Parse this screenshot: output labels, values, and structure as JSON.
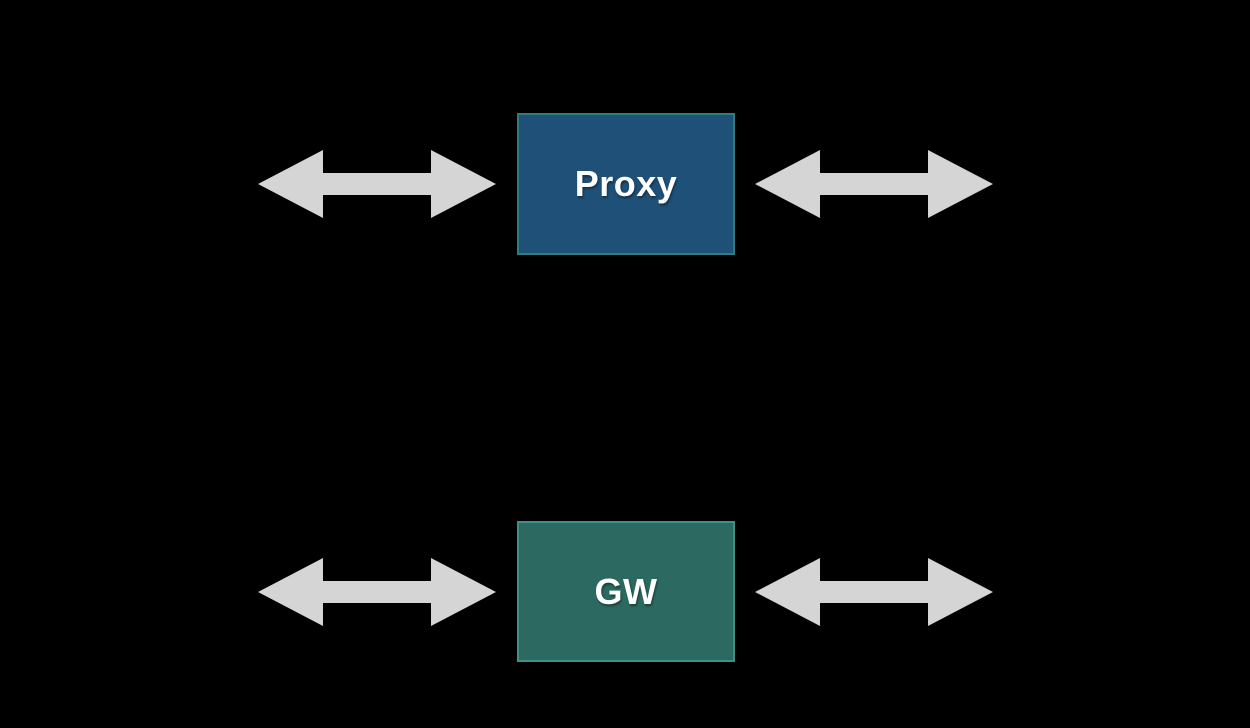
{
  "diagram": {
    "background_color": "#000000",
    "arrow_color": "#D5D5D5",
    "nodes": [
      {
        "id": "proxy",
        "label": "Proxy",
        "fill_color": "#1F5178",
        "border_color": "#2E7D7F",
        "text_color": "#FFFFFF"
      },
      {
        "id": "gw",
        "label": "GW",
        "fill_color": "#2C6A61",
        "border_color": "#3F9186",
        "text_color": "#FFFFFF"
      }
    ],
    "arrows": [
      {
        "id": "proxy-left-arrow",
        "direction": "bidirectional-horizontal",
        "attached_to": "proxy",
        "side": "left"
      },
      {
        "id": "proxy-right-arrow",
        "direction": "bidirectional-horizontal",
        "attached_to": "proxy",
        "side": "right"
      },
      {
        "id": "gw-left-arrow",
        "direction": "bidirectional-horizontal",
        "attached_to": "gw",
        "side": "left"
      },
      {
        "id": "gw-right-arrow",
        "direction": "bidirectional-horizontal",
        "attached_to": "gw",
        "side": "right"
      }
    ]
  }
}
